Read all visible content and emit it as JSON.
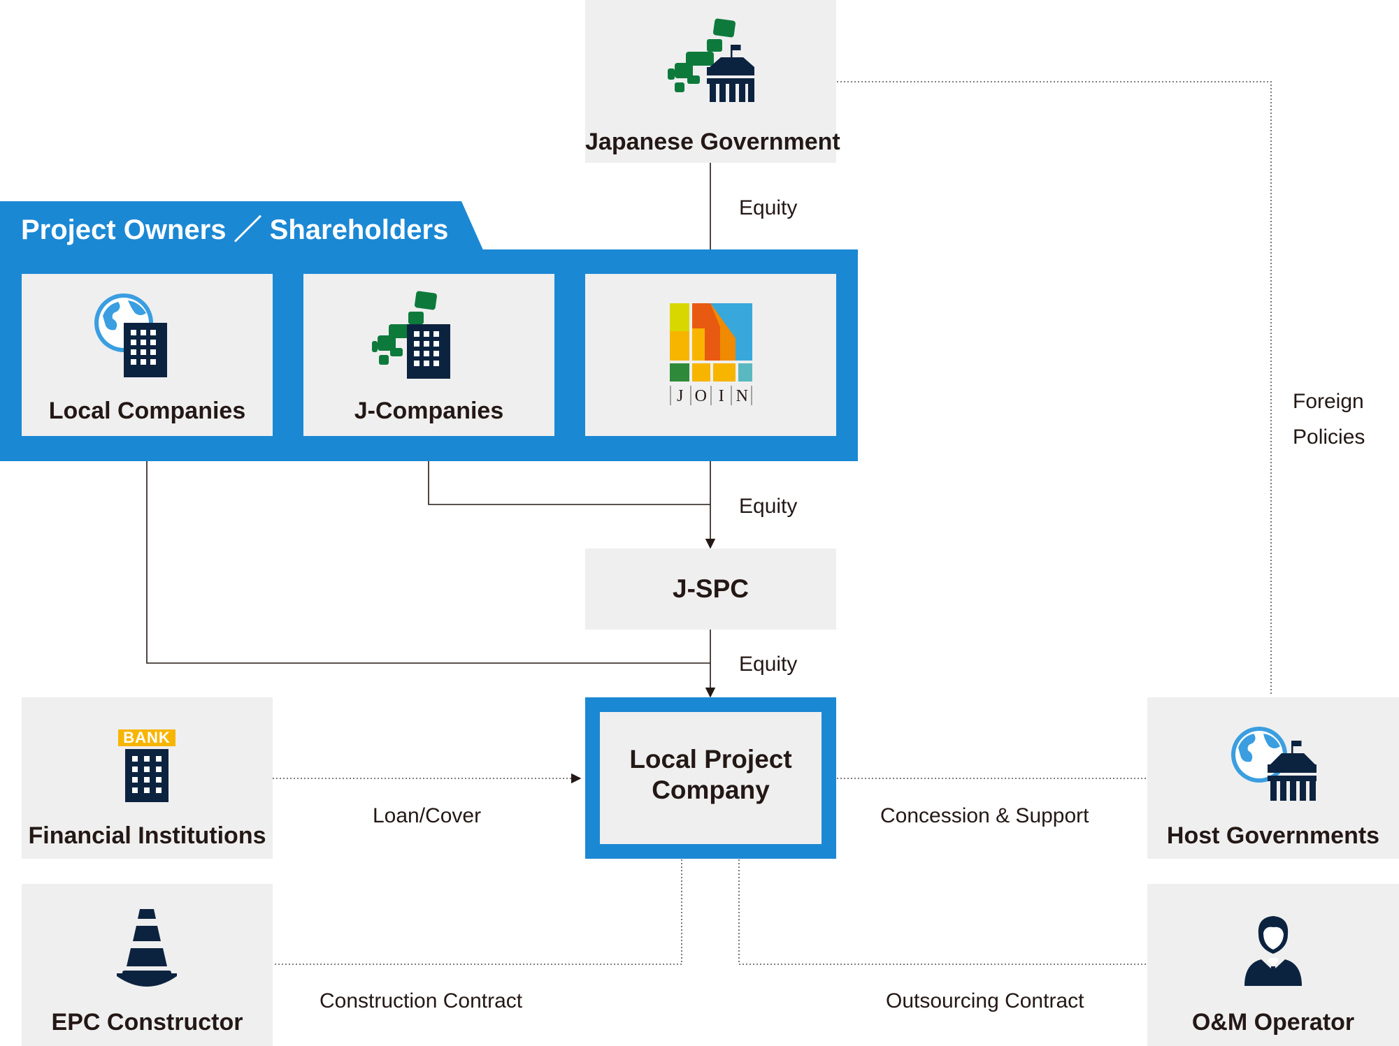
{
  "panel": {
    "title": "Project Owners ／ Shareholders"
  },
  "nodes": {
    "japanese_government": {
      "label": "Japanese Government",
      "icon": "japan-map-government-building-icon"
    },
    "local_companies": {
      "label": "Local Companies",
      "icon": "globe-office-building-icon"
    },
    "j_companies": {
      "label": "J-Companies",
      "icon": "japan-map-office-building-icon"
    },
    "join": {
      "label": "JOIN",
      "letters": [
        "J",
        "O",
        "I",
        "N"
      ],
      "icon": "join-logo"
    },
    "j_spc": {
      "label": "J-SPC"
    },
    "local_project_company": {
      "line1": "Local Project",
      "line2": "Company"
    },
    "financial_institutions": {
      "label": "Financial Institutions",
      "badge": "BANK",
      "icon": "bank-building-icon"
    },
    "host_governments": {
      "label": "Host Governments",
      "icon": "globe-government-building-icon"
    },
    "epc_constructor": {
      "label": "EPC Constructor",
      "icon": "traffic-cone-icon"
    },
    "om_operator": {
      "label": "O&M Operator",
      "icon": "businessman-icon"
    }
  },
  "edges": {
    "equity_top": "Equity",
    "equity_mid": "Equity",
    "equity_bottom": "Equity",
    "foreign_policies_1": "Foreign",
    "foreign_policies_2": "Policies",
    "loan_cover": "Loan/Cover",
    "concession_support": "Concession & Support",
    "construction_contract": "Construction Contract",
    "outsourcing_contract": "Outsourcing Contract"
  },
  "colors": {
    "accent_blue": "#1b88d4",
    "box_gray": "#efefef",
    "navy": "#0c2340",
    "green": "#0d7a3c",
    "globe_blue": "#3a9ee0",
    "bank_yellow": "#f7b500",
    "text": "#231815"
  }
}
